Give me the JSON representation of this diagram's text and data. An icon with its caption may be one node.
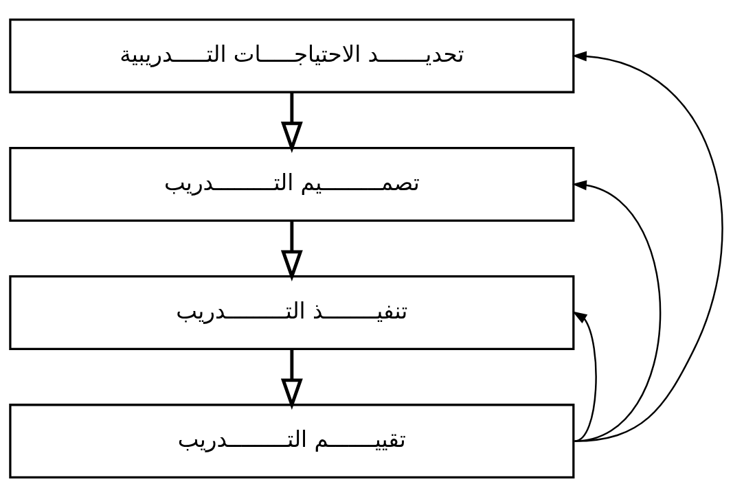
{
  "diagram": {
    "nodes": [
      {
        "text": [
          "تحديـــــــد الاحتياجـــــات التـــــدريبية"
        ]
      },
      {
        "text": [
          "تصمـــــــــيم التـــــــــدريب"
        ]
      },
      {
        "text": [
          "تنفيــــــــذ التـــــــــدريب"
        ]
      },
      {
        "text": [
          "تقييـــــــم التـــــــــدريب"
        ]
      }
    ],
    "edges": [
      {
        "from": 0,
        "to": 1,
        "arrow": "to",
        "style": "thick"
      },
      {
        "from": 1,
        "to": 2,
        "arrow": "to",
        "style": "thick"
      },
      {
        "from": 2,
        "to": 3,
        "arrow": "to",
        "style": "thick"
      },
      {
        "from": 3,
        "to": 0,
        "arrow": "to"
      },
      {
        "from": 3,
        "to": 1,
        "arrow": "to"
      },
      {
        "from": 3,
        "to": 2,
        "arrow": "to"
      }
    ]
  }
}
